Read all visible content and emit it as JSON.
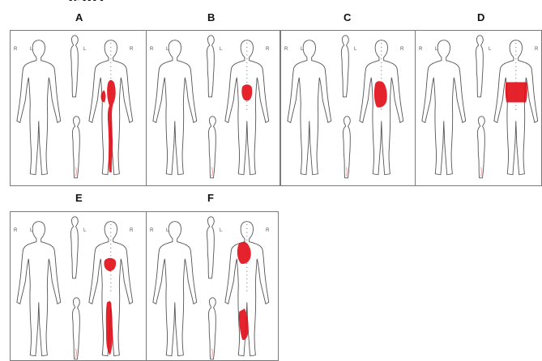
{
  "header": {
    "fragment": "igure"
  },
  "panels": [
    {
      "letter": "A",
      "side_labels": [
        "R",
        "L",
        "L",
        "R"
      ],
      "pain_color": "#e3101b"
    },
    {
      "letter": "B",
      "side_labels": [
        "R",
        "L",
        "L",
        "R"
      ],
      "pain_color": "#e3101b"
    },
    {
      "letter": "C",
      "side_labels": [
        "R",
        "L",
        "L",
        "R"
      ],
      "pain_color": "#e3101b"
    },
    {
      "letter": "D",
      "side_labels": [
        "R",
        "L",
        "L",
        "R"
      ],
      "pain_color": "#e3101b"
    },
    {
      "letter": "E",
      "side_labels": [
        "R",
        "L",
        "L",
        "R"
      ],
      "pain_color": "#e3101b"
    },
    {
      "letter": "F",
      "side_labels": [
        "R",
        "L",
        "L",
        "R"
      ],
      "pain_color": "#e3101b"
    }
  ]
}
